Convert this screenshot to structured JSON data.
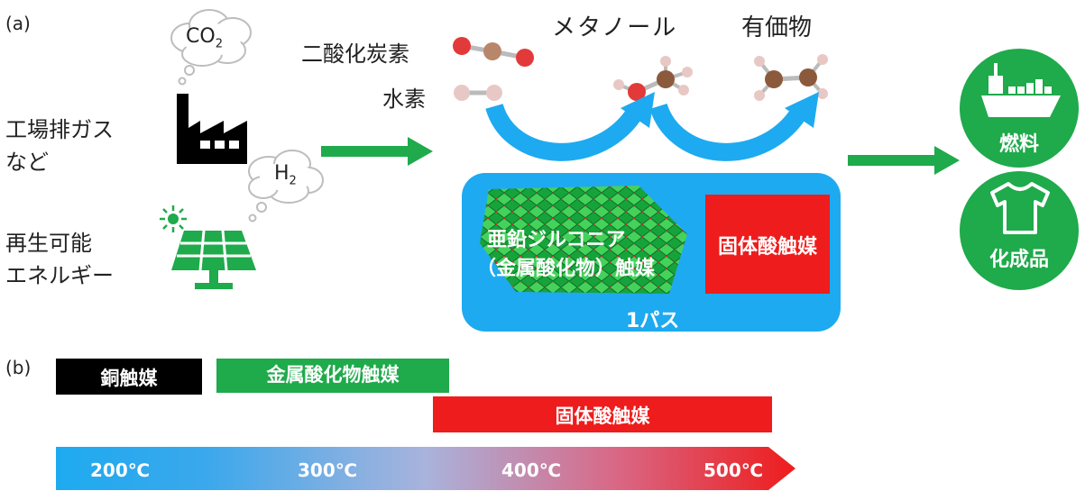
{
  "panel_a": {
    "label": "(a)",
    "sources": {
      "factory_line1": "工場排ガス",
      "factory_line2": "など",
      "renewable_line1": "再生可能",
      "renewable_line2": "エネルギー"
    },
    "bubbles": {
      "co2_main": "CO",
      "co2_sub": "2",
      "h2_main": "H",
      "h2_sub": "2"
    },
    "molecules": {
      "co2_label": "二酸化炭素",
      "h2_label": "水素",
      "methanol_label": "メタノール",
      "valuable_label": "有価物"
    },
    "reactor": {
      "catalyst1_line1": "亜鉛ジルコニア",
      "catalyst1_line2": "（金属酸化物）触媒",
      "catalyst2": "固体酸触媒",
      "pass_label": "1パス"
    },
    "products": {
      "fuel": "燃料",
      "chemicals": "化成品"
    },
    "colors": {
      "green": "#1faa4b",
      "blue": "#1eaaf0",
      "red": "#ee1c1c"
    }
  },
  "panel_b": {
    "label": "(b)",
    "bars": [
      {
        "label": "銅触媒",
        "color": "#000000"
      },
      {
        "label": "金属酸化物触媒",
        "color": "#1faa4b"
      },
      {
        "label": "固体酸触媒",
        "color": "#ee1c1c"
      }
    ],
    "temperature_scale": [
      "200℃",
      "300℃",
      "400℃",
      "500℃"
    ],
    "gradient": {
      "start": "#1eaaf0",
      "mid": "#a9b3dc",
      "end": "#ee1c1c"
    }
  }
}
